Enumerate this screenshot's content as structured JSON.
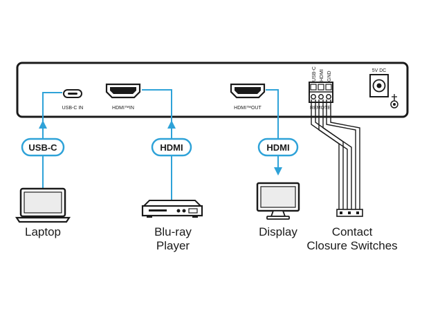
{
  "panel": {
    "usbc_port_label": "USB-C IN",
    "hdmi_in_label": "HDMI™IN",
    "hdmi_out_label": "HDMI™OUT",
    "remote_label": "REMOTE",
    "terminal_pins": [
      "USB-C",
      "HDMI",
      "GND"
    ],
    "power_label": "5V DC"
  },
  "connectors": {
    "usbc": "USB-C",
    "hdmi_in": "HDMI",
    "hdmi_out": "HDMI"
  },
  "devices": {
    "laptop": "Laptop",
    "bluray_line1": "Blu-ray",
    "bluray_line2": "Player",
    "display": "Display",
    "switches_line1": "Contact",
    "switches_line2": "Closure Switches"
  },
  "colors": {
    "cable": "#2ea2d8",
    "outline": "#1a1a1a",
    "fill_light": "#ececec"
  }
}
